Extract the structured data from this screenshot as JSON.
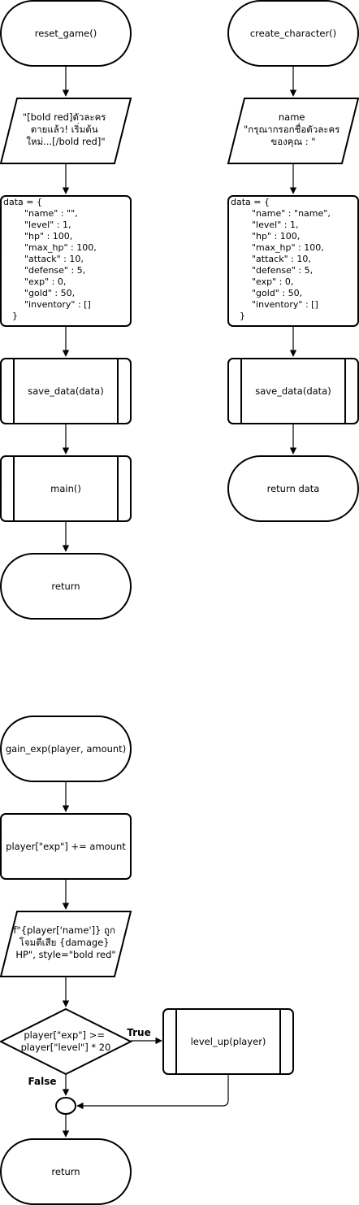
{
  "nodes": {
    "reset_start": "reset_game()",
    "reset_print": [
      "\"[bold red]ตัวละคร",
      "ตายแล้ว! เริ่มต้น",
      "ใหม่...[/bold red]\""
    ],
    "reset_data": [
      "data = {",
      "\"name\" : \"\",",
      "\"level\" : 1,",
      "\"hp\" : 100,",
      "\"max_hp\" : 100,",
      "\"attack\" : 10,",
      "\"defense\" : 5,",
      "\"exp\" : 0,",
      "\"gold\" : 50,",
      "\"inventory\" : []",
      "}"
    ],
    "reset_save": "save_data(data)",
    "reset_main": "main()",
    "reset_return": "return",
    "create_start": "create_character()",
    "create_input": [
      "name",
      "\"กรุณากรอกชื่อตัวละคร",
      "ของคุณ : \""
    ],
    "create_data": [
      "data = {",
      "\"name\" : \"name\",",
      "\"level\" : 1,",
      "\"hp\" : 100,",
      "\"max_hp\" : 100,",
      "\"attack\" : 10,",
      "\"defense\" : 5,",
      "\"exp\" : 0,",
      "\"gold\" : 50,",
      "\"inventory\" : []",
      "}"
    ],
    "create_save": "save_data(data)",
    "create_return": "return data",
    "gain_start": "gain_exp(player, amount)",
    "gain_add": "player[\"exp\"] += amount",
    "gain_print": [
      "f\"{player['name']} ถูก",
      "โจมตีเสีย {damage}",
      "HP\", style=\"bold red\""
    ],
    "gain_decision": [
      "player[\"exp\"] >=",
      "player[\"level\"] * 20"
    ],
    "gain_levelup": "level_up(player)",
    "gain_return": "return"
  },
  "edges": {
    "true_label": "True",
    "false_label": "False"
  }
}
